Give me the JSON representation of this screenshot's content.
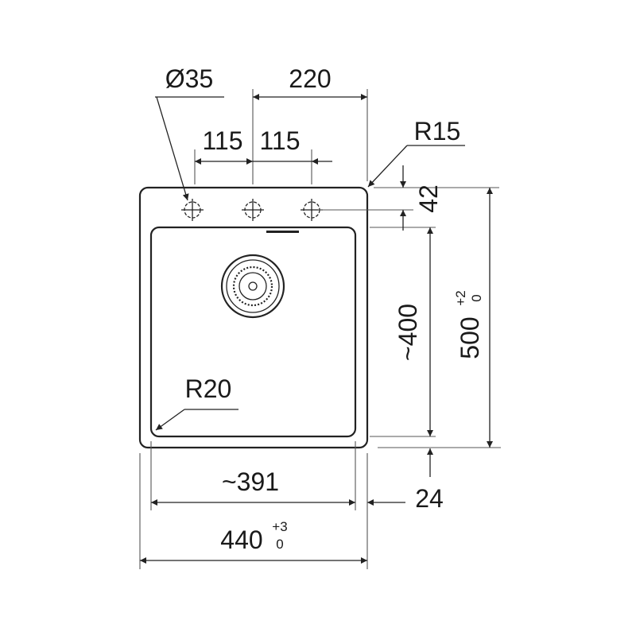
{
  "drawing": {
    "tap_hole_diameter": "Ø35",
    "tap_hole_span": "220",
    "tap_spacing_left": "115",
    "tap_spacing_right": "115",
    "corner_radius_outer": "R15",
    "corner_radius_inner": "R20",
    "rim_offset": "42",
    "bowl_depth_length": "~400",
    "overall_length": "500",
    "overall_length_tol_upper": "+2",
    "overall_length_tol_lower": "0",
    "bottom_margin": "24",
    "bowl_width": "~391",
    "overall_width": "440",
    "overall_width_tol_upper": "+3",
    "overall_width_tol_lower": "0"
  }
}
